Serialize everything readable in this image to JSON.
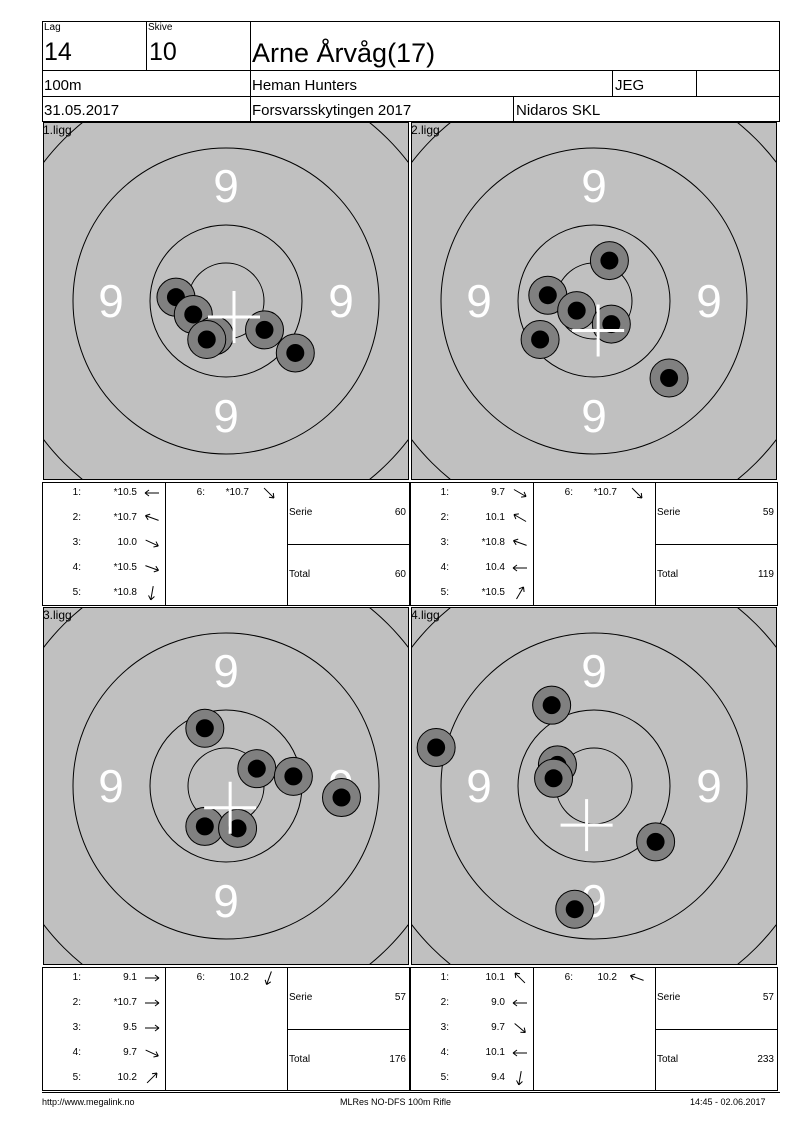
{
  "header": {
    "lag_label": "Lag",
    "lag_value": "14",
    "skive_label": "Skive",
    "skive_value": "10",
    "shooter_name": "Arne Årvåg(17)",
    "distance": "100m",
    "club": "Heman Hunters",
    "class_code": "JEG",
    "date": "31.05.2017",
    "event": "Forsvarsskytingen 2017",
    "organizer": "Nidaros SKL"
  },
  "colors": {
    "target_bg": "#c0c0c0",
    "shot_outer": "#808080",
    "shot_inner": "#000000",
    "crosshair": "#ffffff",
    "ring_label": "#ffffff"
  },
  "ring_number": "9",
  "series": [
    {
      "name": "1.ligg",
      "shots": [
        {
          "num": "1:",
          "value": "*10.5",
          "dir": 180
        },
        {
          "num": "2:",
          "value": "*10.7",
          "dir": 200
        },
        {
          "num": "3:",
          "value": "10.0",
          "dir": 25
        },
        {
          "num": "4:",
          "value": "*10.5",
          "dir": 20
        },
        {
          "num": "5:",
          "value": "*10.8",
          "dir": 100
        },
        {
          "num": "6:",
          "value": "*10.7",
          "dir": 45
        }
      ],
      "serie_label": "Serie",
      "serie_value": "60",
      "total_label": "Total",
      "total_value": "60",
      "hits": [
        [
          -1.3,
          -0.1
        ],
        [
          -0.85,
          0.35
        ],
        [
          -0.3,
          0.9
        ],
        [
          1.0,
          0.75
        ],
        [
          1.8,
          1.35
        ],
        [
          -0.5,
          1.0
        ]
      ],
      "center_offset": [
        0,
        0
      ]
    },
    {
      "name": "2.ligg",
      "shots": [
        {
          "num": "1:",
          "value": "9.7",
          "dir": 30
        },
        {
          "num": "2:",
          "value": "10.1",
          "dir": 210
        },
        {
          "num": "3:",
          "value": "*10.8",
          "dir": 200
        },
        {
          "num": "4:",
          "value": "10.4",
          "dir": 180
        },
        {
          "num": "5:",
          "value": "*10.5",
          "dir": 300
        },
        {
          "num": "6:",
          "value": "*10.7",
          "dir": 45
        }
      ],
      "serie_label": "Serie",
      "serie_value": "59",
      "total_label": "Total",
      "total_value": "119",
      "hits": [
        [
          -1.4,
          1.0
        ],
        [
          -1.2,
          -0.15
        ],
        [
          -0.45,
          0.25
        ],
        [
          0.4,
          -1.05
        ],
        [
          0.45,
          0.6
        ],
        [
          1.95,
          2.0
        ]
      ],
      "center_offset": [
        -0.1,
        0.35
      ]
    },
    {
      "name": "3.ligg",
      "shots": [
        {
          "num": "1:",
          "value": "9.1",
          "dir": 0
        },
        {
          "num": "2:",
          "value": "*10.7",
          "dir": 0
        },
        {
          "num": "3:",
          "value": "9.5",
          "dir": 0
        },
        {
          "num": "4:",
          "value": "9.7",
          "dir": 25
        },
        {
          "num": "5:",
          "value": "10.2",
          "dir": 315
        },
        {
          "num": "6:",
          "value": "10.2",
          "dir": 110
        }
      ],
      "serie_label": "Serie",
      "serie_value": "57",
      "total_label": "Total",
      "total_value": "176",
      "hits": [
        [
          -0.55,
          -1.5
        ],
        [
          0.8,
          -0.45
        ],
        [
          -0.55,
          1.05
        ],
        [
          1.75,
          -0.25
        ],
        [
          3.0,
          0.3
        ],
        [
          0.3,
          1.1
        ]
      ],
      "center_offset": [
        -0.1,
        0.15
      ]
    },
    {
      "name": "4.ligg",
      "shots": [
        {
          "num": "1:",
          "value": "10.1",
          "dir": 225
        },
        {
          "num": "2:",
          "value": "9.0",
          "dir": 180
        },
        {
          "num": "3:",
          "value": "9.7",
          "dir": 40
        },
        {
          "num": "4:",
          "value": "10.1",
          "dir": 180
        },
        {
          "num": "5:",
          "value": "9.4",
          "dir": 100
        },
        {
          "num": "6:",
          "value": "10.2",
          "dir": 200
        }
      ],
      "serie_label": "Serie",
      "serie_value": "57",
      "total_label": "Total",
      "total_value": "233",
      "hits": [
        [
          -1.1,
          -2.1
        ],
        [
          -4.1,
          -1.0
        ],
        [
          -0.95,
          -0.55
        ],
        [
          -1.05,
          -0.2
        ],
        [
          1.6,
          1.45
        ],
        [
          -0.5,
          3.2
        ]
      ],
      "center_offset": [
        -0.4,
        0.6
      ]
    }
  ],
  "footer": {
    "left": "http://www.megalink.no",
    "center": "MLRes NO-DFS 100m Rifle",
    "right": "14:45 - 02.06.2017"
  }
}
